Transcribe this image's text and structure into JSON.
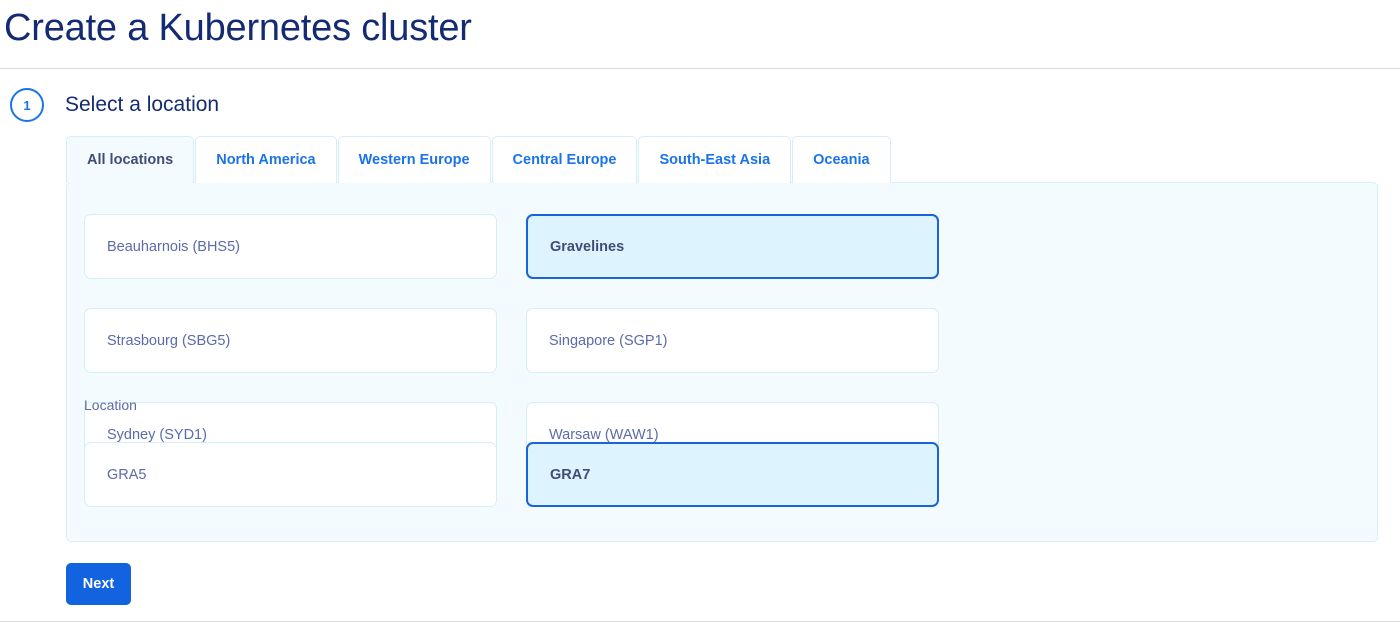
{
  "page": {
    "title": "Create a Kubernetes cluster"
  },
  "step": {
    "number": "1",
    "title": "Select a location"
  },
  "tabs": [
    {
      "label": "All locations",
      "active": true
    },
    {
      "label": "North America",
      "active": false
    },
    {
      "label": "Western Europe",
      "active": false
    },
    {
      "label": "Central Europe",
      "active": false
    },
    {
      "label": "South-East Asia",
      "active": false
    },
    {
      "label": "Oceania",
      "active": false
    }
  ],
  "regions": [
    {
      "label": "Beauharnois (BHS5)",
      "selected": false
    },
    {
      "label": "Gravelines",
      "selected": true
    },
    {
      "label": "Strasbourg (SBG5)",
      "selected": false
    },
    {
      "label": "Singapore (SGP1)",
      "selected": false
    },
    {
      "label": "Sydney (SYD1)",
      "selected": false
    },
    {
      "label": "Warsaw (WAW1)",
      "selected": false
    }
  ],
  "location_section": {
    "label": "Location",
    "options": [
      {
        "label": "GRA5",
        "selected": false
      },
      {
        "label": "GRA7",
        "selected": true
      }
    ]
  },
  "actions": {
    "next_label": "Next"
  },
  "colors": {
    "brand_blue": "#1263e0",
    "title_navy": "#142b73",
    "panel_bg": "#f4fbfe",
    "panel_border": "#d4eefb",
    "selected_card_bg": "#ddf3fd",
    "selected_card_border": "#1964d6",
    "muted_text": "#5b6ba8"
  }
}
